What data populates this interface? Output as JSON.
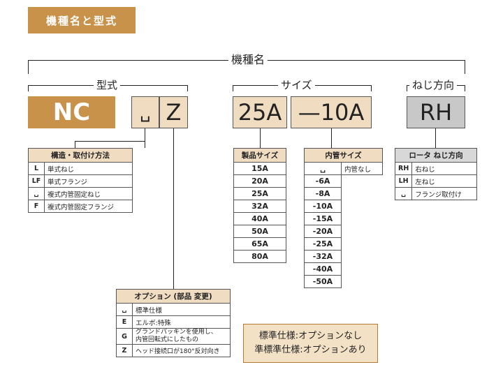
{
  "header": {
    "tag": "機種名と型式"
  },
  "labels": {
    "model_name": "機種名",
    "type": "型式",
    "size": "サイズ",
    "thread": "ねじ方向"
  },
  "codes": {
    "nc": "NC",
    "blank": "␣",
    "z": "Z",
    "size": "25A",
    "inner": "—10A",
    "rh": "RH"
  },
  "structure_table": {
    "title": "構造・取付け方法",
    "rows": [
      {
        "key": "L",
        "value": "単式ねじ"
      },
      {
        "key": "LF",
        "value": "単式フランジ"
      },
      {
        "key": "␣",
        "value": "複式内管固定ねじ"
      },
      {
        "key": "F",
        "value": "複式内管固定フランジ"
      }
    ]
  },
  "product_size_table": {
    "title": "製品サイズ",
    "rows": [
      "15A",
      "20A",
      "25A",
      "32A",
      "40A",
      "50A",
      "65A",
      "80A"
    ]
  },
  "inner_size_table": {
    "title": "内管サイズ",
    "blank_key": "␣",
    "blank_value": "内管なし",
    "rows": [
      "-6A",
      "-8A",
      "-10A",
      "-15A",
      "-20A",
      "-25A",
      "-32A",
      "-40A",
      "-50A"
    ]
  },
  "rotor_table": {
    "title": "ロータ ねじ方向",
    "rows": [
      {
        "key": "RH",
        "value": "右ねじ"
      },
      {
        "key": "LH",
        "value": "左ねじ"
      },
      {
        "key": "␣",
        "value": "フランジ取付け"
      }
    ]
  },
  "option_table": {
    "title": "オプション (部品 変更)",
    "rows": [
      {
        "key": "␣",
        "value": "標準仕様"
      },
      {
        "key": "E",
        "value": "エルボ:特殊"
      },
      {
        "key": "G",
        "value": "グランドパッキンを使用し、",
        "value2": "内管回転式にしたもの"
      },
      {
        "key": "Z",
        "value": "ヘッド接続口が180°反対向き"
      }
    ]
  },
  "note": {
    "line1": "標準仕様:オプションなし",
    "line2": "準標準仕様:オプションあり"
  },
  "colors": {
    "accent": "#c8924a",
    "light": "#f0dcc0",
    "gray": "#c8c8c8"
  }
}
